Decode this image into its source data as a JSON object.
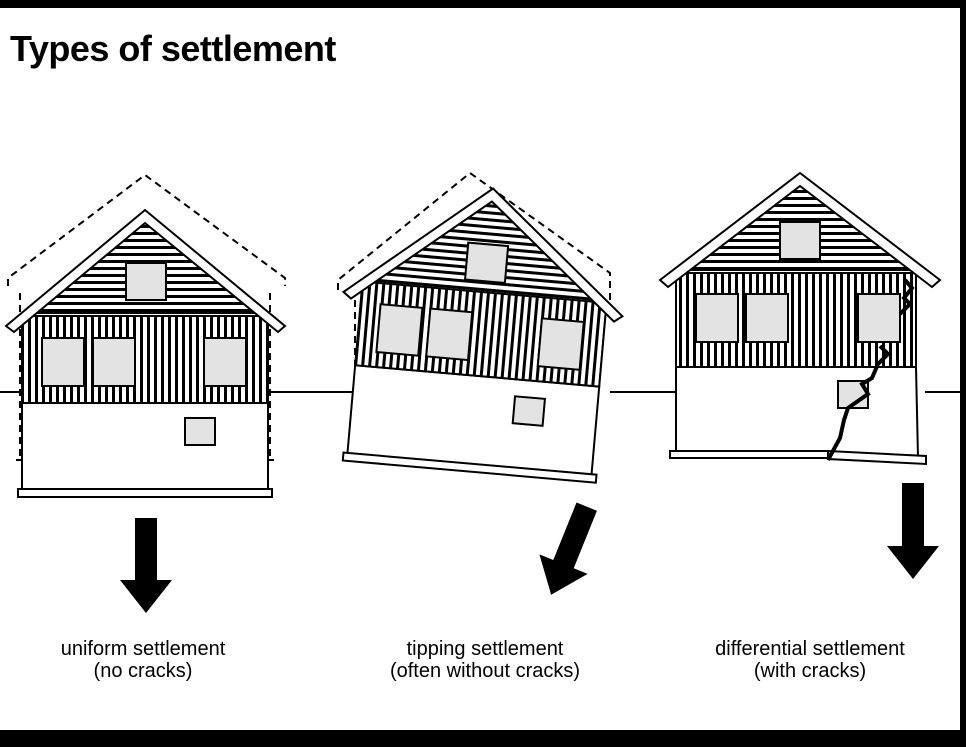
{
  "title": "Types of settlement",
  "colors": {
    "background": "#ffffff",
    "line": "#000000",
    "window_fill": "#e3e3e3",
    "frame": "#000000"
  },
  "icons": [
    "down-arrow-icon",
    "diagonal-down-arrow-icon"
  ],
  "settlement_types": [
    {
      "name": "uniform settlement",
      "note": "(no cracks)"
    },
    {
      "name": "tipping settlement",
      "note": "(often without cracks)"
    },
    {
      "name": "differential settlement",
      "note": "(with cracks)"
    }
  ]
}
